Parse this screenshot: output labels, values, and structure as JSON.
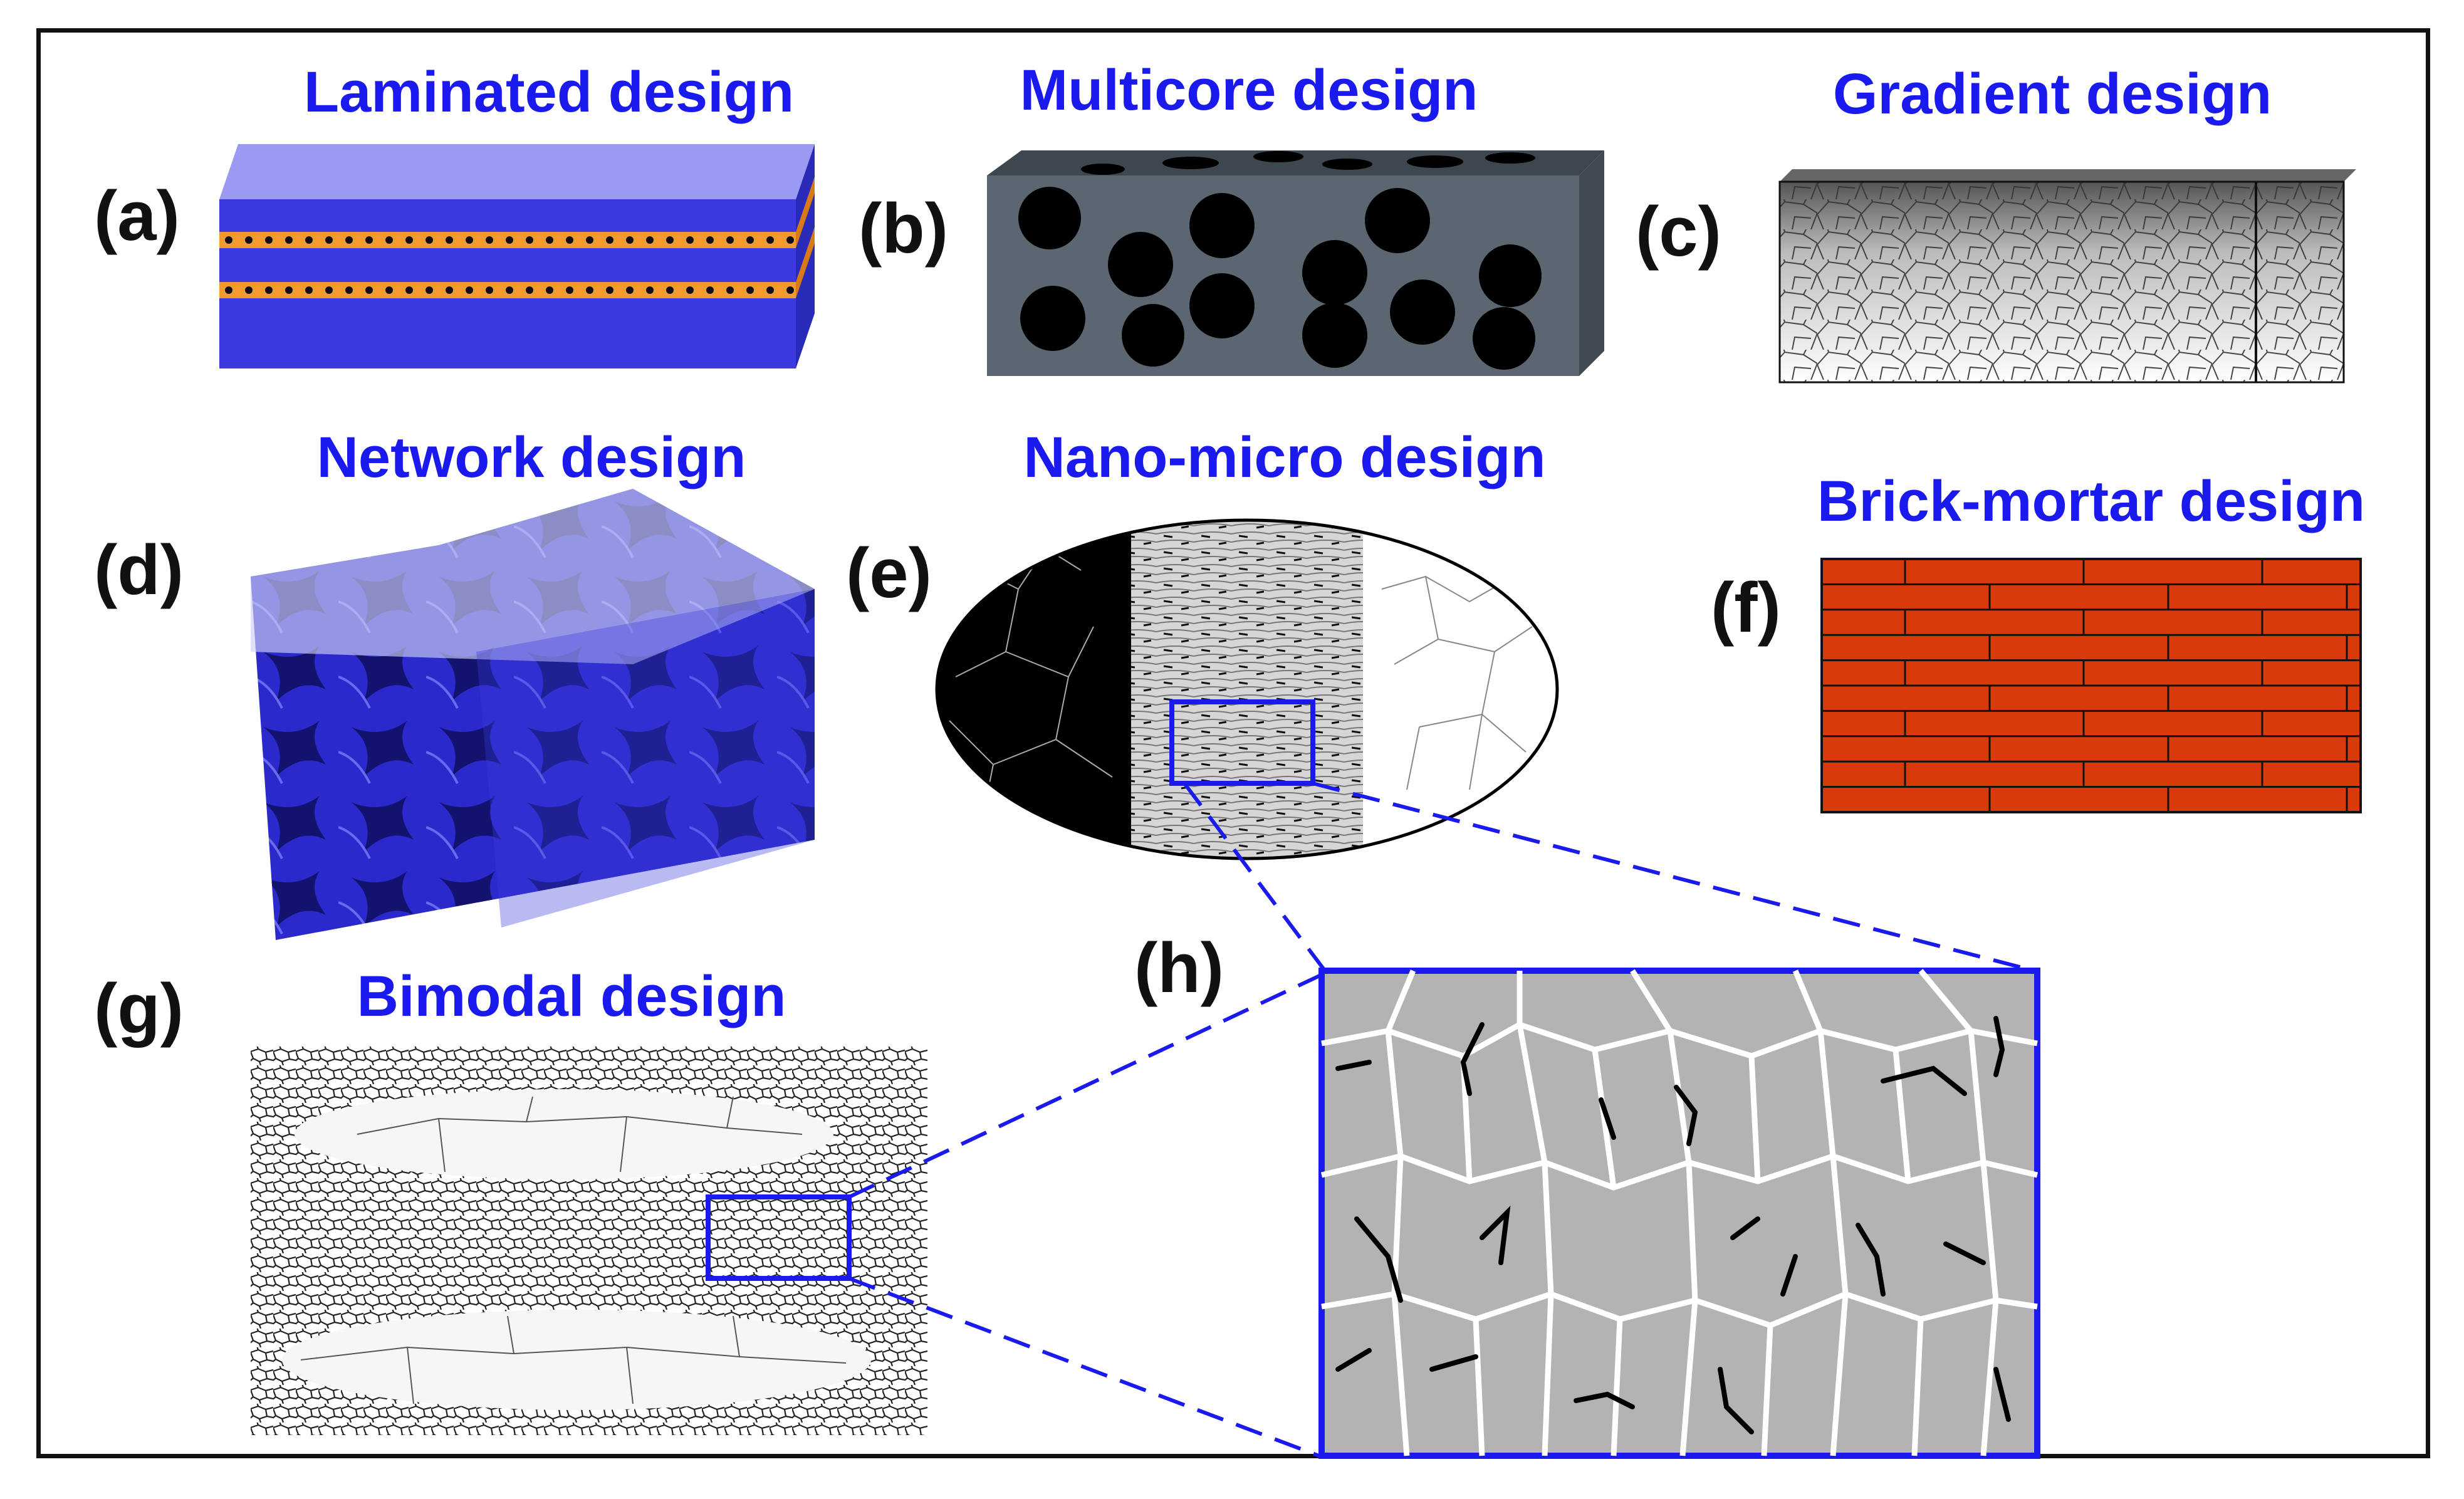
{
  "panels": {
    "a": {
      "label": "(a)",
      "title": "Laminated design"
    },
    "b": {
      "label": "(b)",
      "title": "Multicore design"
    },
    "c": {
      "label": "(c)",
      "title": "Gradient design"
    },
    "d": {
      "label": "(d)",
      "title": "Network design"
    },
    "e": {
      "label": "(e)",
      "title": "Nano-micro design"
    },
    "f": {
      "label": "(f)",
      "title": "Brick-mortar design"
    },
    "g": {
      "label": "(g)",
      "title": "Bimodal design"
    },
    "h": {
      "label": "(h)"
    }
  },
  "colors": {
    "title": "#1a1aee",
    "laminate_blue": "#3a3ae0",
    "laminate_interlayer": "#f29a2e",
    "multicore_matrix": "#5c6670",
    "brick": "#d83a0c",
    "highlight_box": "#1a1aee",
    "grain_gray": "#b3b3b3"
  }
}
